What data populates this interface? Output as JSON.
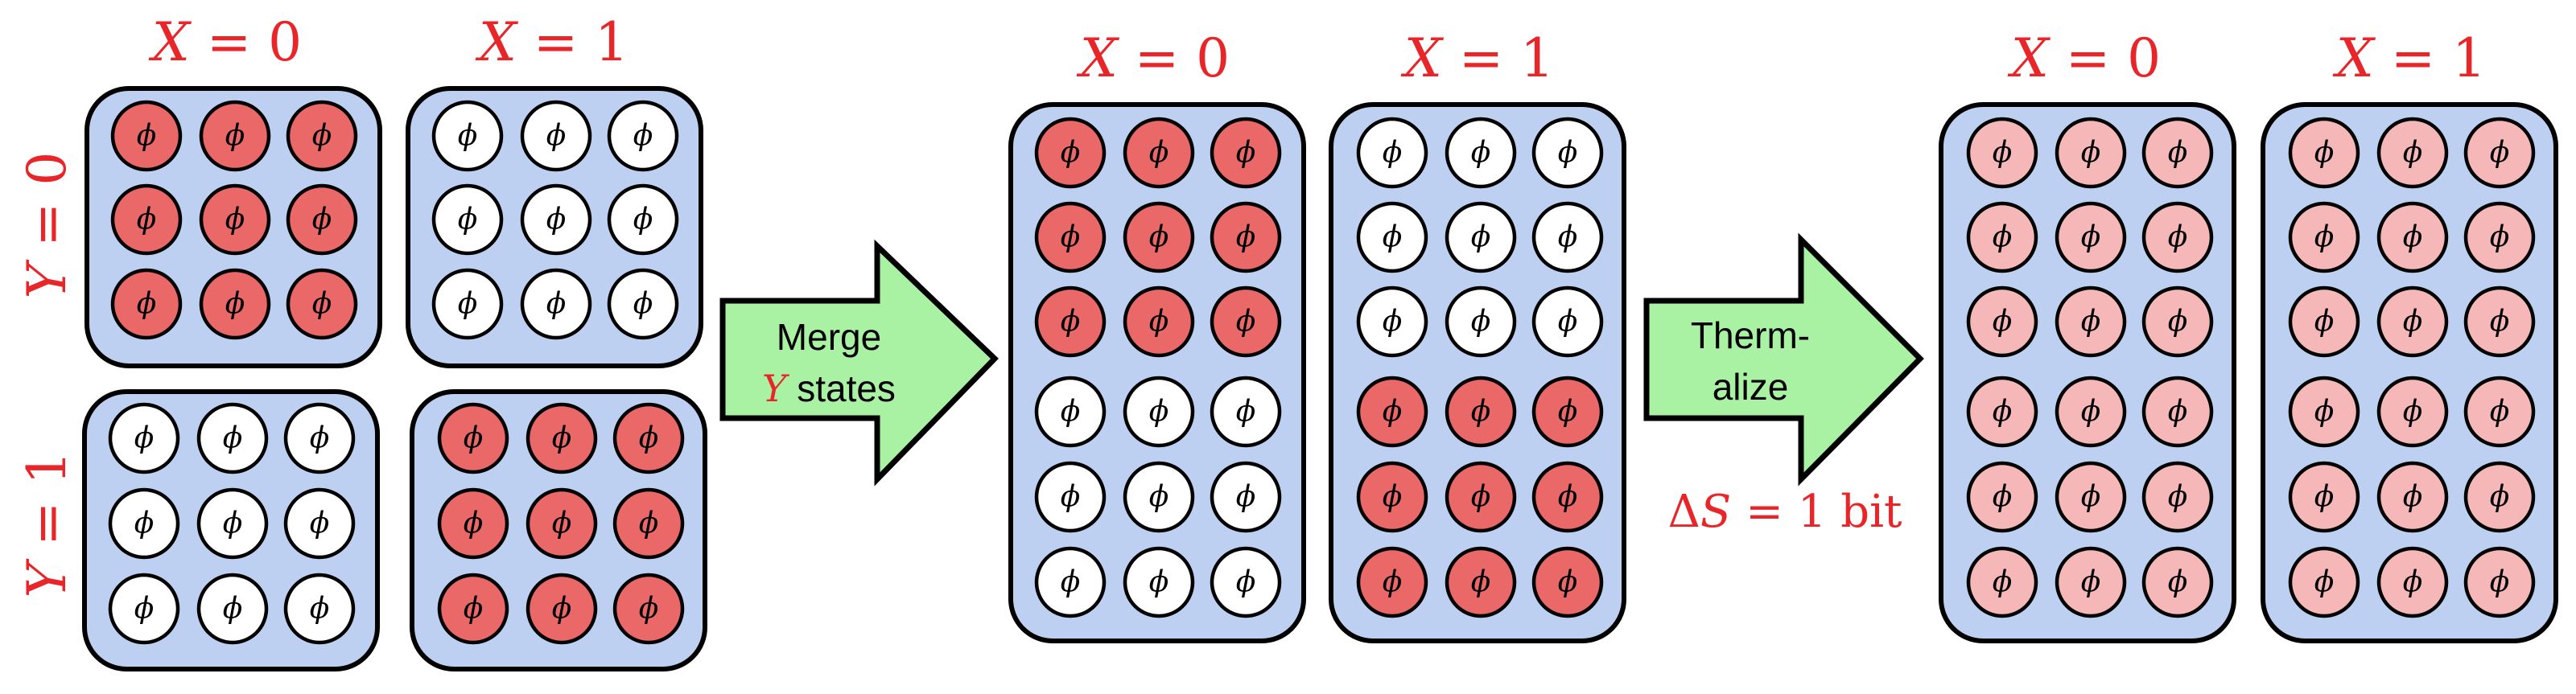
{
  "colors": {
    "box_fill": "#bed0f1",
    "ball_red": "#ea6868",
    "ball_white": "#ffffff",
    "ball_pink": "#f6b7b9",
    "arrow_fill": "#a9f2a4",
    "label_red": "#e8262a"
  },
  "symbols": {
    "particle": "ϕ"
  },
  "stage1": {
    "col_x0": {
      "var": "X",
      "rest": " = 0"
    },
    "col_x1": {
      "var": "X",
      "rest": " = 1"
    },
    "row_y0": {
      "var": "Y",
      "rest": " = 0"
    },
    "row_y1": {
      "var": "Y",
      "rest": " = 1"
    },
    "boxes": [
      {
        "id": "x0y0",
        "fill": "red"
      },
      {
        "id": "x1y0",
        "fill": "white"
      },
      {
        "id": "x0y1",
        "fill": "white"
      },
      {
        "id": "x1y1",
        "fill": "red"
      }
    ]
  },
  "arrow1": {
    "line1": "Merge",
    "line2_var": "Y",
    "line2_rest": " states"
  },
  "stage2": {
    "col_x0": {
      "var": "X",
      "rest": " = 0"
    },
    "col_x1": {
      "var": "X",
      "rest": " = 1"
    },
    "columns": [
      {
        "id": "x0",
        "top": "red",
        "bottom": "white"
      },
      {
        "id": "x1",
        "top": "white",
        "bottom": "red"
      }
    ]
  },
  "arrow2": {
    "line1": "Therm-",
    "line2": "alize"
  },
  "entropy": {
    "delta": "Δ",
    "var": "S",
    "rest": " = 1 bit"
  },
  "stage3": {
    "col_x0": {
      "var": "X",
      "rest": " = 0"
    },
    "col_x1": {
      "var": "X",
      "rest": " = 1"
    },
    "columns": [
      {
        "id": "x0",
        "fill": "pink"
      },
      {
        "id": "x1",
        "fill": "pink"
      }
    ]
  }
}
